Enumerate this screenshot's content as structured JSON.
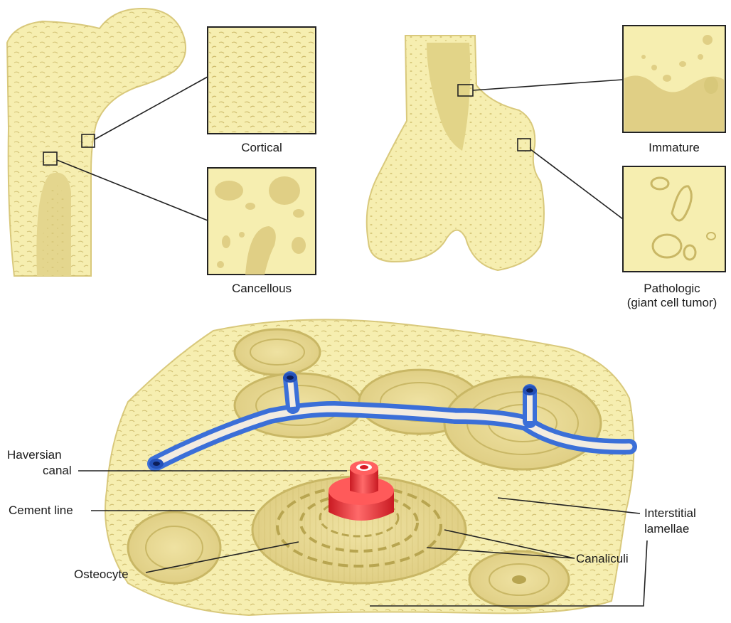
{
  "labels": {
    "cortical": "Cortical",
    "cancellous": "Cancellous",
    "immature": "Immature",
    "pathologic_1": "Pathologic",
    "pathologic_2": "(giant cell tumor)",
    "haversian_1": "Haversian",
    "haversian_2": "canal",
    "cement_line": "Cement line",
    "osteocyte": "Osteocyte",
    "interstitial_1": "Interstitial",
    "interstitial_2": "lamellae",
    "canaliculi": "Canaliculi"
  },
  "colors": {
    "bone": "#f6eeb0",
    "bone_shade": "#e2d488",
    "bone_dark": "#c9b765",
    "outline": "#2a2a2a",
    "vessel_blue": "#3b6fd8",
    "vessel_light": "#f3ece0",
    "artery_red": "#e8262e"
  }
}
